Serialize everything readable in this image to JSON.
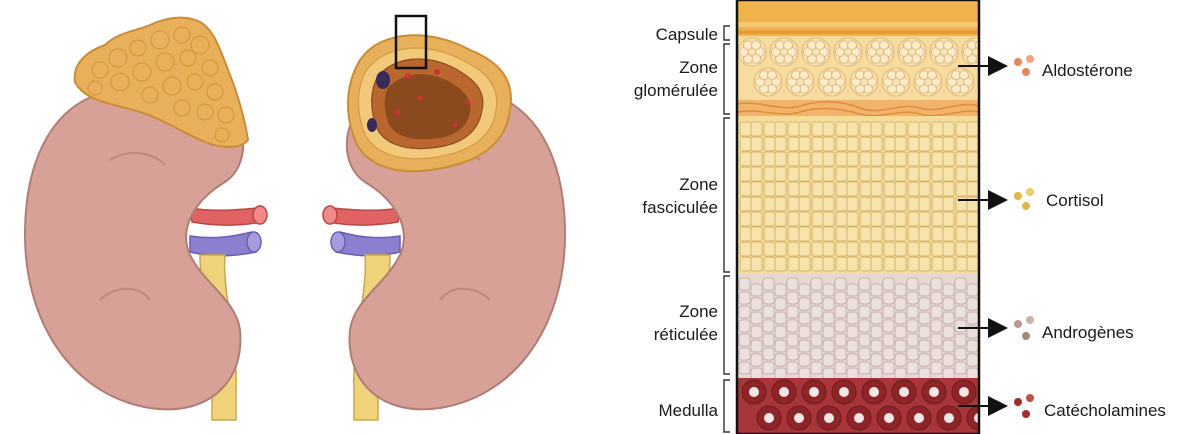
{
  "zones": [
    {
      "id": "capsule",
      "lines": [
        "Capsule"
      ]
    },
    {
      "id": "glomerulee",
      "lines": [
        "Zone",
        "glomérulée"
      ]
    },
    {
      "id": "fasciculee",
      "lines": [
        "Zone",
        "fasciculée"
      ]
    },
    {
      "id": "reticulee",
      "lines": [
        "Zone",
        "réticulée"
      ]
    },
    {
      "id": "medulla",
      "lines": [
        "Medulla"
      ]
    }
  ],
  "hormones": [
    {
      "id": "aldosterone",
      "label": "Aldostérone",
      "color": "#e8885a"
    },
    {
      "id": "cortisol",
      "label": "Cortisol",
      "color": "#e0b84a"
    },
    {
      "id": "androgenes",
      "label": "Androgènes",
      "color": "#b89a92"
    },
    {
      "id": "catecholamines",
      "label": "Catécholamines",
      "color": "#a52a2a"
    }
  ],
  "colors": {
    "kidney": "#d8a198",
    "kidney_shadow": "#c58b82",
    "adrenal_gland": "#e8b05a",
    "artery": "#e16262",
    "vein": "#8c7fcf",
    "ureter": "#efd27a",
    "capsule": "#f0b24a",
    "glomerulosa": "#f6dca0",
    "fasciculata": "#f4dd9a",
    "reticularis": "#e6d6d4",
    "medulla": "#a8353a"
  }
}
